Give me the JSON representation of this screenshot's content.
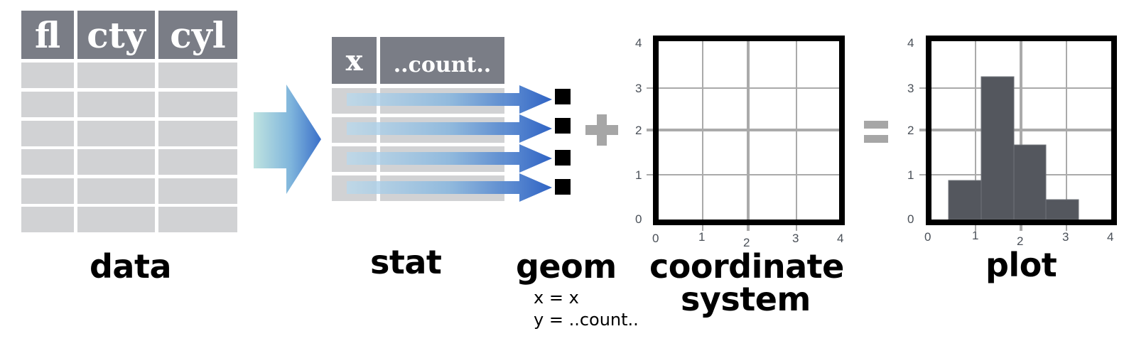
{
  "data_table": {
    "headers": [
      "fl",
      "cty",
      "cyl"
    ],
    "row_count": 6,
    "label": "data"
  },
  "stat_table": {
    "headers": [
      "x",
      "..count.."
    ],
    "row_count": 4,
    "label": "stat"
  },
  "geom": {
    "label": "geom",
    "mappings": [
      "x = x",
      "y = ..count.."
    ],
    "marker_count": 4
  },
  "operators": {
    "plus": "+",
    "equals": "="
  },
  "coordinate_system": {
    "label_line1": "coordinate",
    "label_line2": "system",
    "x_ticks": [
      "0",
      "1",
      "2",
      "3",
      "4"
    ],
    "y_ticks": [
      "0",
      "1",
      "2",
      "3",
      "4"
    ]
  },
  "plot": {
    "label": "plot",
    "x_ticks": [
      "0",
      "1",
      "2",
      "3",
      "4"
    ],
    "y_ticks": [
      "0",
      "1",
      "2",
      "3",
      "4"
    ]
  },
  "colors": {
    "header_gray": "#7a7d86",
    "cell_gray": "#d1d2d4",
    "arrow_blue": "#3a6fc9",
    "arrow_light": "#bfe3e0",
    "grid_gray": "#aaaaaa",
    "bar_fill": "#54575e",
    "operator_gray": "#a6a6a6"
  },
  "chart_data": {
    "type": "bar",
    "title": "plot",
    "xlabel": "",
    "ylabel": "",
    "bins": [
      [
        0.5,
        1.1
      ],
      [
        1.1,
        1.8
      ],
      [
        1.8,
        2.5
      ],
      [
        2.5,
        3.2
      ]
    ],
    "values": [
      0.88,
      3.25,
      1.68,
      0.45
    ],
    "xlim": [
      0,
      4
    ],
    "ylim": [
      0,
      4
    ],
    "x_ticks": [
      0,
      1,
      2,
      3,
      4
    ],
    "y_ticks": [
      0,
      1,
      2,
      3,
      4
    ],
    "grid": true
  }
}
